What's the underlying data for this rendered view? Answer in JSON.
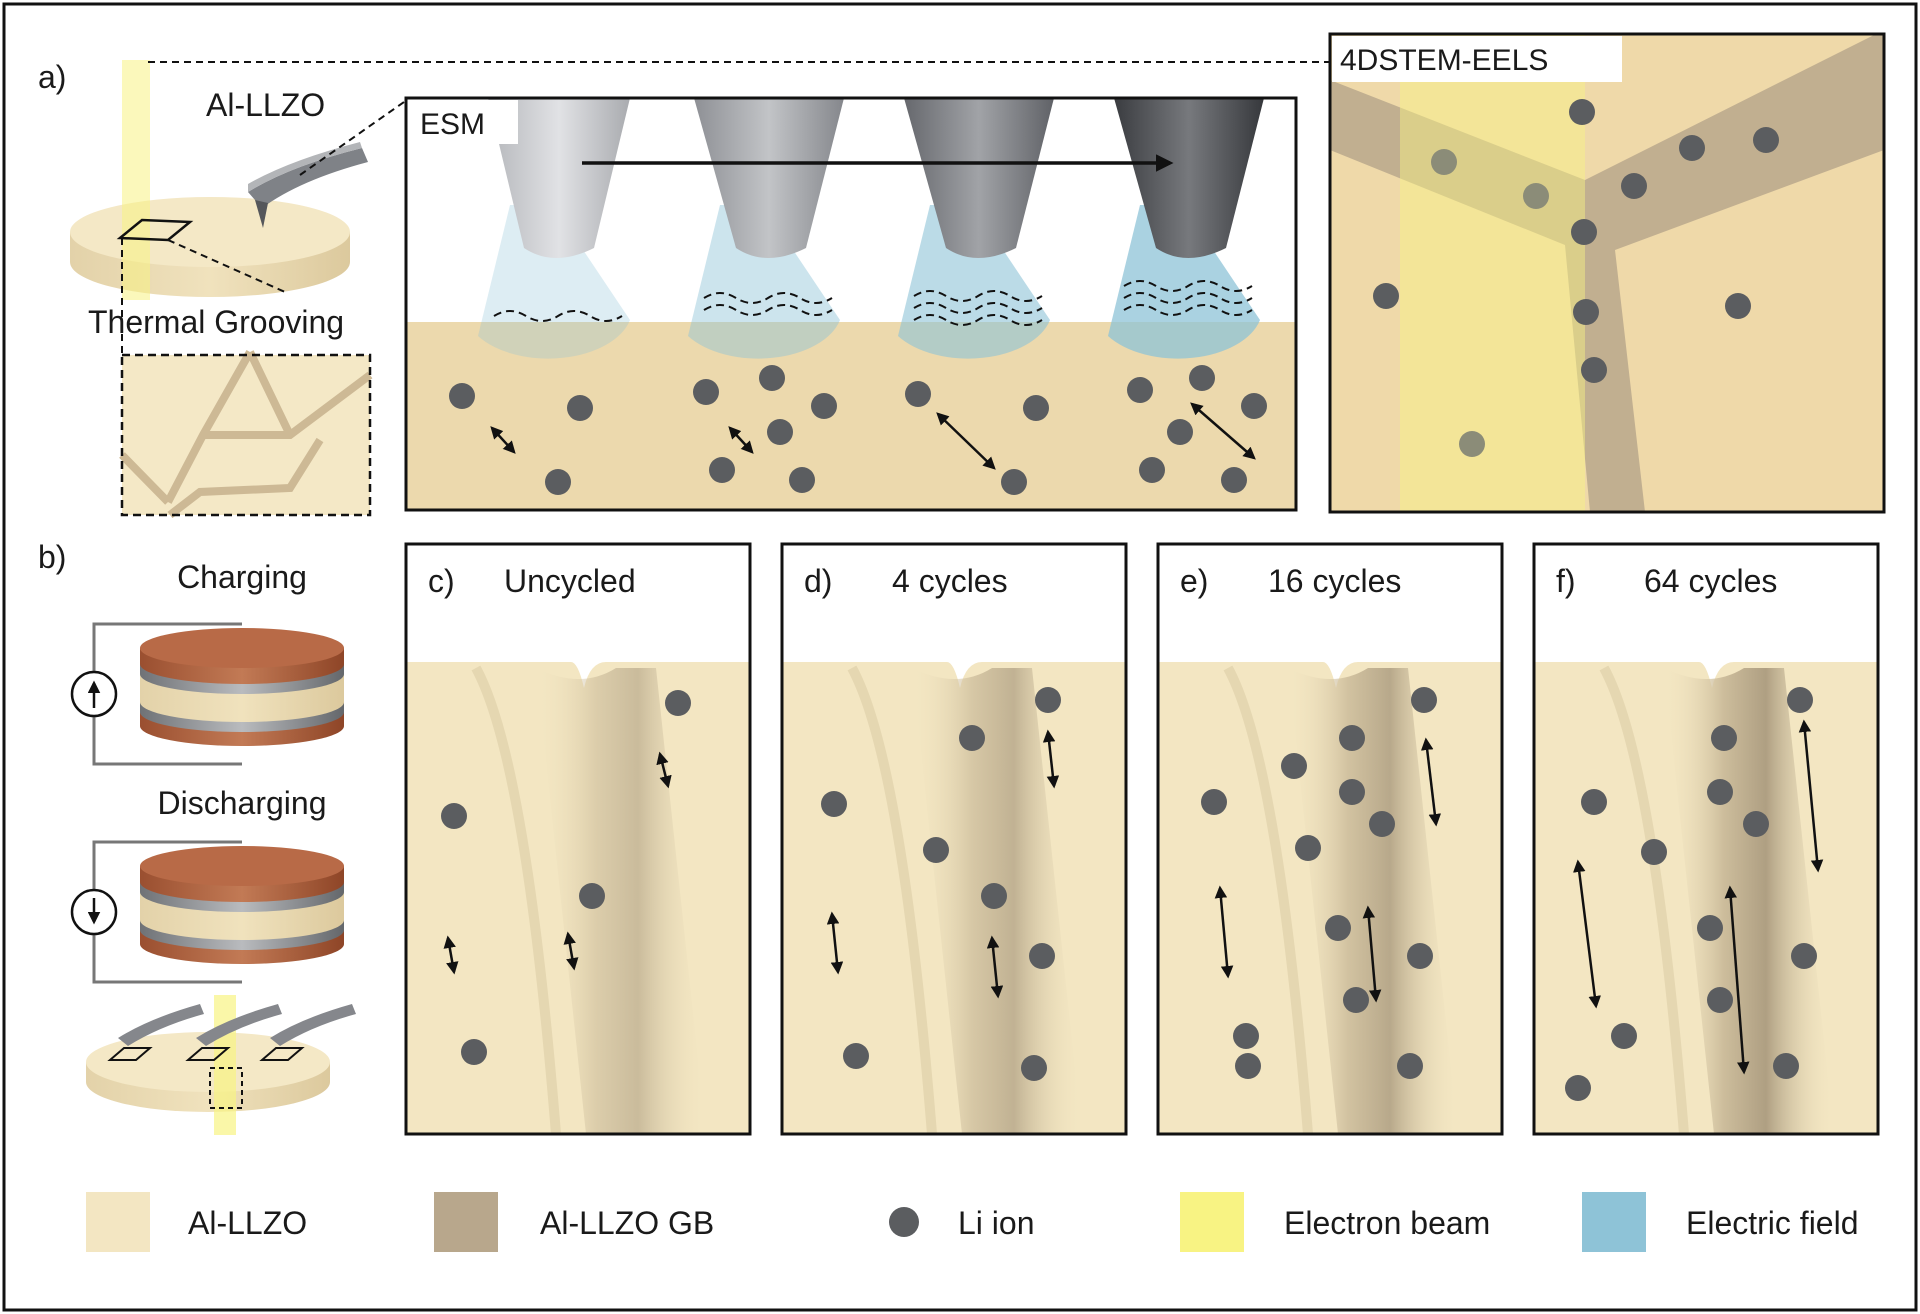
{
  "panel_a": {
    "tag": "a)",
    "material": "Al-LLZO",
    "thermal_grooving": "Thermal Grooving",
    "esm": "ESM",
    "stem": "4DSTEM-EELS"
  },
  "panel_b": {
    "tag": "b)",
    "charging": "Charging",
    "discharging": "Discharging"
  },
  "cycles": [
    {
      "tag": "c)",
      "label": "Uncycled"
    },
    {
      "tag": "d)",
      "label": "4 cycles"
    },
    {
      "tag": "e)",
      "label": "16 cycles"
    },
    {
      "tag": "f)",
      "label": "64 cycles"
    }
  ],
  "legend": [
    {
      "label": "Al-LLZO",
      "color": "#f3e6c2"
    },
    {
      "label": "Al-LLZO GB",
      "color": "#b8a78c"
    },
    {
      "label": "Li ion",
      "color": "#5b5d60"
    },
    {
      "label": "Electron beam",
      "color": "#f8f383"
    },
    {
      "label": "Electric field",
      "color": "#8ec3d7"
    }
  ],
  "colors": {
    "grain": "#f3e6c2",
    "boundary": "#b8a78c",
    "ion": "#5b5d60",
    "beam": "#f8f383",
    "field": "#8ec3d7",
    "copper": "#b86a47"
  }
}
